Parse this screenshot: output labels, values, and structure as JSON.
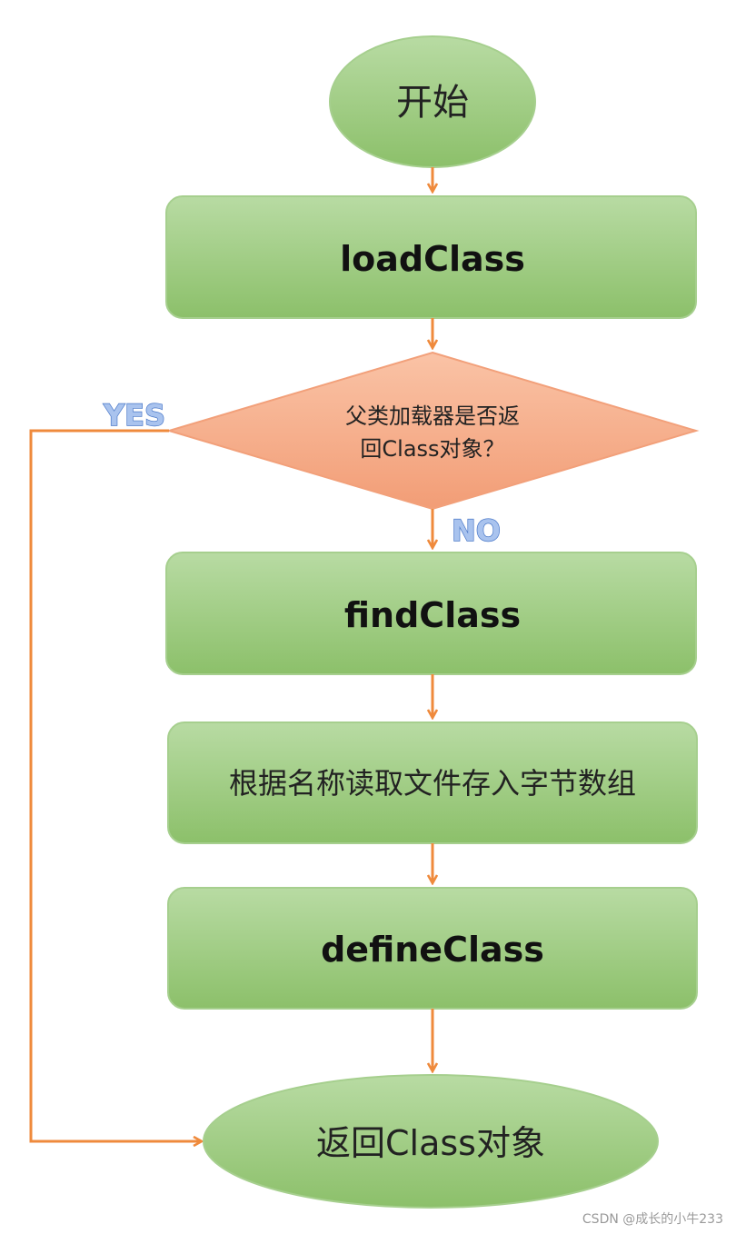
{
  "nodes": {
    "start": "开始",
    "load_class": "loadClass",
    "decision": {
      "line1": "父类加载器是否返",
      "line2": "回Class对象？"
    },
    "find_class": "findClass",
    "read_file": "根据名称读取文件存入字节数组",
    "define_class": "defineClass",
    "end": "返回Class对象"
  },
  "branches": {
    "yes": "YES",
    "no": "NO"
  },
  "watermark": "CSDN @成长的小牛233",
  "colors": {
    "process_fill_top": "#b5d9a0",
    "process_fill_bottom": "#8fc26f",
    "process_stroke": "#a6cf8e",
    "decision_fill_top": "#f9bfa0",
    "decision_fill_bottom": "#f2a07a",
    "connector": "#ef8a3c",
    "branch_label": "#a9c3ee"
  }
}
